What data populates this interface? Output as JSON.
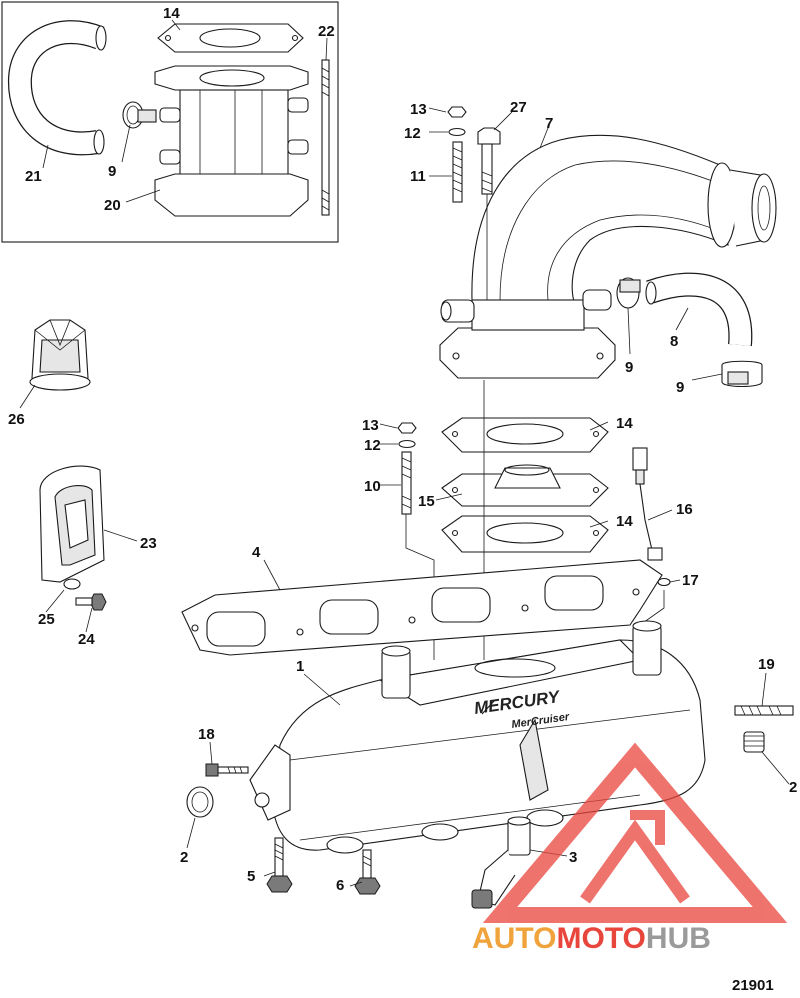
{
  "callouts": {
    "c1": "1",
    "c2a": "2",
    "c2b": "2",
    "c3": "3",
    "c4": "4",
    "c5": "5",
    "c6": "6",
    "c7": "7",
    "c8": "8",
    "c9a": "9",
    "c9b": "9",
    "c9c": "9",
    "c10": "10",
    "c11": "11",
    "c12a": "12",
    "c12b": "12",
    "c13a": "13",
    "c13b": "13",
    "c14a": "14",
    "c14b": "14",
    "c14c": "14",
    "c15": "15",
    "c16": "16",
    "c17": "17",
    "c18": "18",
    "c19": "19",
    "c20": "20",
    "c21": "21",
    "c22": "22",
    "c23": "23",
    "c24": "24",
    "c25": "25",
    "c26": "26",
    "c27": "27"
  },
  "branding": {
    "mercury": "MERCURY",
    "mercruiser": "MerCruiser"
  },
  "watermark": {
    "part1": "AUTO",
    "part2": "MOTO",
    "part3": "HUB",
    "color": "#e8453c"
  },
  "figure_id": "21901"
}
